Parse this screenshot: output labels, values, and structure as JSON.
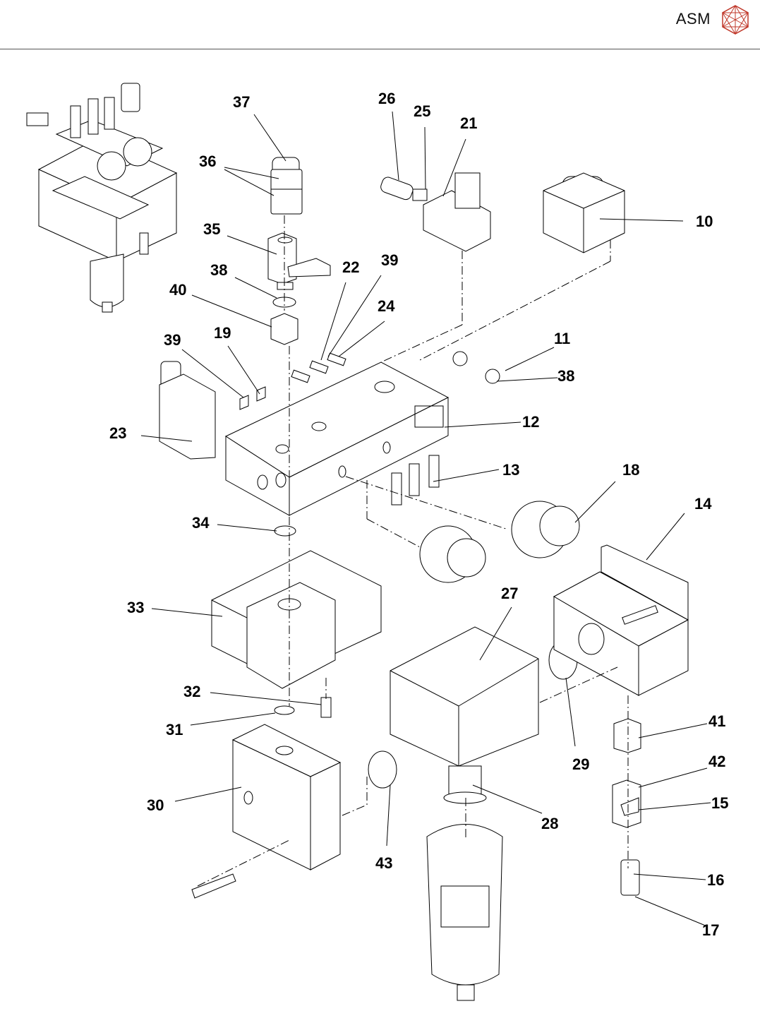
{
  "header": {
    "brand": "ASM",
    "logo_icon": "asm-hexagon-logo-icon",
    "logo_color": "#c0392b"
  },
  "diagram": {
    "type": "exploded-parts-view",
    "parts": [
      {
        "id": "10",
        "label": "10"
      },
      {
        "id": "11",
        "label": "11"
      },
      {
        "id": "12",
        "label": "12"
      },
      {
        "id": "13",
        "label": "13"
      },
      {
        "id": "14",
        "label": "14"
      },
      {
        "id": "15",
        "label": "15"
      },
      {
        "id": "16",
        "label": "16"
      },
      {
        "id": "17",
        "label": "17"
      },
      {
        "id": "18",
        "label": "18"
      },
      {
        "id": "19",
        "label": "19"
      },
      {
        "id": "21",
        "label": "21"
      },
      {
        "id": "22",
        "label": "22"
      },
      {
        "id": "23",
        "label": "23"
      },
      {
        "id": "24",
        "label": "24"
      },
      {
        "id": "25",
        "label": "25"
      },
      {
        "id": "26",
        "label": "26"
      },
      {
        "id": "27",
        "label": "27"
      },
      {
        "id": "28",
        "label": "28"
      },
      {
        "id": "29",
        "label": "29"
      },
      {
        "id": "30",
        "label": "30"
      },
      {
        "id": "31",
        "label": "31"
      },
      {
        "id": "32",
        "label": "32"
      },
      {
        "id": "33",
        "label": "33"
      },
      {
        "id": "34",
        "label": "34"
      },
      {
        "id": "35",
        "label": "35"
      },
      {
        "id": "36",
        "label": "36"
      },
      {
        "id": "37",
        "label": "37"
      },
      {
        "id": "38a",
        "label": "38"
      },
      {
        "id": "38b",
        "label": "38"
      },
      {
        "id": "39a",
        "label": "39"
      },
      {
        "id": "39b",
        "label": "39"
      },
      {
        "id": "40",
        "label": "40"
      },
      {
        "id": "41",
        "label": "41"
      },
      {
        "id": "42",
        "label": "42"
      },
      {
        "id": "43",
        "label": "43"
      }
    ]
  }
}
